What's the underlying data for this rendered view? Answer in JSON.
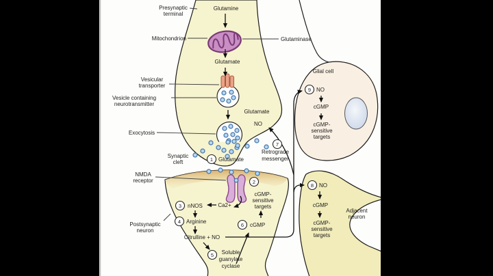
{
  "colors": {
    "background": "#000000",
    "canvas": "#fdfdfb",
    "neuron_fill": "#f6f3cf",
    "adjacent_fill": "#f1ecb9",
    "glial_fill": "#f9f0e3",
    "membrane_band": "#ddb169",
    "mitochondrion_fill": "#c98fc4",
    "mitochondrion_stroke": "#7a3b76",
    "receptor_fill": "#d9aed9",
    "receptor_stroke": "#8b4a8b",
    "transporter_fill": "#e9a387",
    "glutamate_dot": "#b9d6ec",
    "nucleus_fill": "#c7d3e6"
  },
  "steps": [
    "1",
    "2",
    "3",
    "4",
    "5",
    "6",
    "7",
    "8",
    "9"
  ],
  "labels": {
    "presynaptic": [
      "Presynaptic",
      "terminal"
    ],
    "mitochondrion": "Mitochondrion",
    "glutaminase": "Glutaminase",
    "vesicular_transporter": [
      "Vesicular",
      "transporter"
    ],
    "vesicle_containing": [
      "Vesicle containing",
      "neurotransmitter"
    ],
    "exocytosis": "Exocytosis",
    "synaptic_cleft": [
      "Synaptic",
      "cleft"
    ],
    "nmda_receptor": [
      "NMDA",
      "receptor"
    ],
    "postsynaptic": [
      "Postsynaptic",
      "neuron"
    ],
    "glial_cell": "Glial cell",
    "adjacent_neuron": [
      "Adjacent",
      "neuron"
    ]
  },
  "pathway": {
    "glutamine": "Glutamine",
    "glutamate": "Glutamate",
    "glutamate_in_terminal": "Glutamate",
    "no_retrograde": "NO",
    "retrograde_messenger": [
      "Retrograde",
      "messenger"
    ],
    "glutamate_cleft": "Glutamate",
    "ca": "Ca2+",
    "nnos": "nNOS",
    "arginine": "Arginine",
    "citrulline_no": "Citrulline + NO",
    "soluble_guanylate_cyclase": [
      "Soluble",
      "guanylate",
      "cyclase"
    ],
    "cgmp": "cGMP",
    "cgmp_targets": [
      "cGMP-",
      "sensitive",
      "targets"
    ]
  },
  "glial": {
    "no": "NO",
    "cgmp": "cGMP",
    "targets": [
      "cGMP-",
      "sensitive",
      "targets"
    ]
  },
  "adjacent": {
    "no": "NO",
    "cgmp": "cGMP",
    "targets": [
      "cGMP-",
      "sensitive",
      "targets"
    ]
  }
}
